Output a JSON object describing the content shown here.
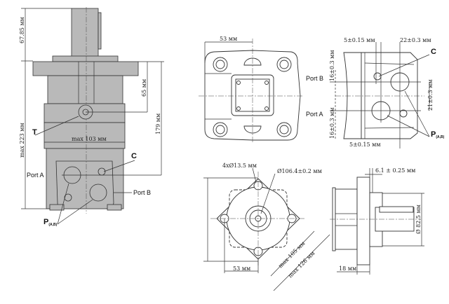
{
  "front_view": {
    "dim_shaft": "67.85 мм",
    "dim_total": "max 223 мм",
    "dim_65": "65 мм",
    "dim_179": "179 мм",
    "dim_width": "max 103 мм",
    "label_t": "T",
    "label_c": "C",
    "label_port_a": "Port A",
    "label_port_b": "Port B",
    "label_p": "P",
    "label_p_sub": "(A,B)"
  },
  "top_view": {
    "dim_53": "53 мм"
  },
  "side_view": {
    "dim_5_top": "5±0.15 мм",
    "dim_22": "22±0.3 мм",
    "label_c": "C",
    "label_port_b": "Port B",
    "label_port_a": "Port A",
    "dim_16_top": "16±0.3 мм",
    "dim_16_bottom": "16±0.3 мм",
    "dim_21": "21±0.3 мм",
    "label_p": "P",
    "label_p_sub": "(A,B)",
    "dim_5_bottom": "5±0.15 мм"
  },
  "flange_view": {
    "dim_holes": "4xØ13.5 мм",
    "dim_pcd": "Ø106.4±0.2 мм",
    "dim_53": "53 мм",
    "dim_105": "max 105 мм",
    "dim_126": "max 126 мм"
  },
  "profile_view": {
    "dim_6": "6.1 ± 0.25 мм",
    "dim_82": "Ø 82.5 мм",
    "dim_18": "18 мм"
  }
}
